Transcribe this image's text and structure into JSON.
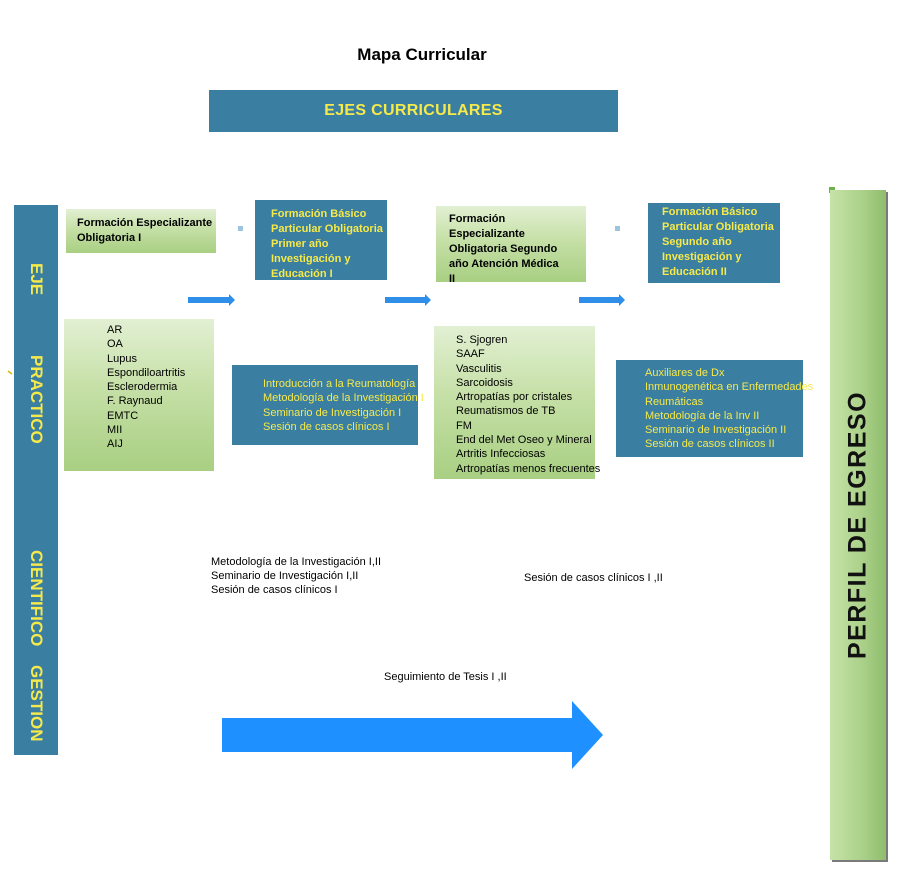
{
  "title": "Mapa Curricular",
  "axes_banner": "EJES CURRICULARES",
  "left_axis": {
    "label_1": "EJE",
    "label_2": "PRACTICO",
    "label_3": "CIENTIFICO",
    "label_4": "GESTION"
  },
  "right_axis": {
    "label": "PERFIL DE EGRESO"
  },
  "bullet_glyph": "",
  "stages": [
    {
      "label": "Formación Especializante Obligatoria I"
    },
    {
      "label": "Formación Básico Particular Obligatoria Primer  año Investigación y Educación  I"
    },
    {
      "label": "Formación Especializante Obligatoria Segundo año Atención Médica  II"
    },
    {
      "label": "Formación Básico Particular Obligatoria Segundo  año Investigación y Educación II"
    }
  ],
  "lists": {
    "year1_diseases": [
      "AR",
      "OA",
      "Lupus",
      "Espondiloartritis",
      "Esclerodermia",
      "F. Raynaud",
      "EMTC",
      "MII",
      "AIJ",
      ""
    ],
    "year1_courses": [
      "Introducción a la Reumatología",
      "Metodología de la Investigación I",
      "Seminario de Investigación I",
      "Sesión de casos clínicos I"
    ],
    "year2_diseases": [
      "S. Sjogren",
      "SAAF",
      "Vasculitis",
      "Sarcoidosis",
      "Artropatías por cristales",
      "Reumatismos de TB",
      "FM",
      "End del Met Oseo y Mineral",
      "Artritis Infecciosas",
      "Artropatías menos frecuentes"
    ],
    "year2_courses": [
      "Auxiliares de Dx",
      "Inmunogenética en Enfermedades",
      "Reumáticas",
      "Metodología de la Inv II",
      "Seminario de Investigación II",
      "Sesión de casos clínicos II"
    ]
  },
  "scientific": {
    "left_items": [
      "Metodología de la Investigación I,II",
      "Seminario de Investigación I,II",
      "Sesión de casos clínicos I"
    ],
    "right_item": "Sesión de casos clínicos I ,II"
  },
  "management": {
    "item": "Seguimiento de Tesis  I ,II"
  },
  "colors": {
    "blue": "#3a7ea1",
    "yellow": "#f6e94a",
    "green": "#a8cf82",
    "arrow": "#1e90ff"
  }
}
